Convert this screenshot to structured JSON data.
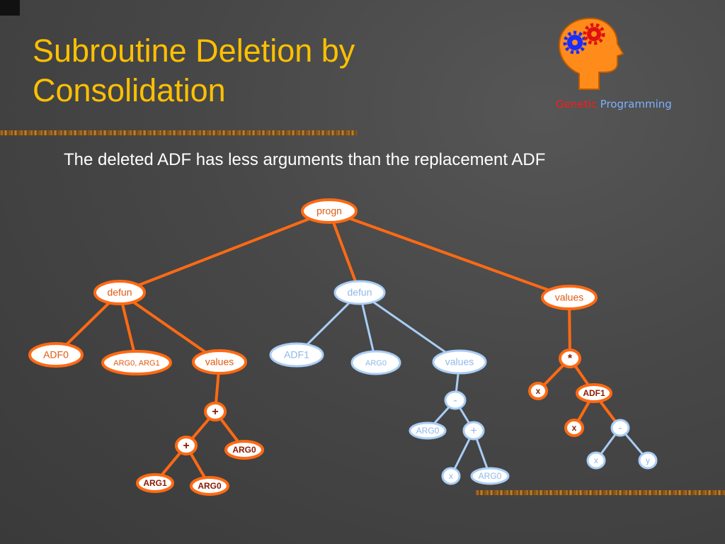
{
  "slide": {
    "title": "Subroutine Deletion by Consolidation",
    "subtitle": "The deleted ADF has less arguments than the replacement ADF"
  },
  "logo": {
    "word1": "Genetic",
    "word2": "Programming",
    "icon": "head-with-gears-icon"
  },
  "colors": {
    "background": "#474747",
    "title": "#ffc000",
    "orange": "#ff6a13",
    "light_blue": "#a9cdf5",
    "text_white": "#ffffff"
  },
  "tree": {
    "nodes": [
      {
        "id": "progn",
        "label": "progn",
        "style": "orange"
      },
      {
        "id": "defun0",
        "label": "defun",
        "style": "orange"
      },
      {
        "id": "defun1",
        "label": "defun",
        "style": "blue"
      },
      {
        "id": "values_main",
        "label": "values",
        "style": "orange"
      },
      {
        "id": "adf0",
        "label": "ADF0",
        "style": "orange"
      },
      {
        "id": "args01",
        "label": "ARG0, ARG1",
        "style": "orange"
      },
      {
        "id": "values0",
        "label": "values",
        "style": "orange"
      },
      {
        "id": "plus0a",
        "label": "+",
        "style": "orange"
      },
      {
        "id": "plus0b",
        "label": "+",
        "style": "orange"
      },
      {
        "id": "arg0_0a",
        "label": "ARG0",
        "style": "orange"
      },
      {
        "id": "arg1_0",
        "label": "ARG1",
        "style": "orange"
      },
      {
        "id": "arg0_0b",
        "label": "ARG0",
        "style": "orange"
      },
      {
        "id": "adf1",
        "label": "ADF1",
        "style": "blue"
      },
      {
        "id": "arg0_1",
        "label": "ARG0",
        "style": "blue"
      },
      {
        "id": "values1",
        "label": "values",
        "style": "blue"
      },
      {
        "id": "minus1",
        "label": "-",
        "style": "blue"
      },
      {
        "id": "arg0_1a",
        "label": "ARG0",
        "style": "blue"
      },
      {
        "id": "plus1",
        "label": "+",
        "style": "blue"
      },
      {
        "id": "x1",
        "label": "x",
        "style": "blue"
      },
      {
        "id": "arg0_1b",
        "label": "ARG0",
        "style": "blue"
      },
      {
        "id": "mul",
        "label": "*",
        "style": "orange"
      },
      {
        "id": "x_m",
        "label": "x",
        "style": "orange"
      },
      {
        "id": "adf1call",
        "label": "ADF1",
        "style": "orange"
      },
      {
        "id": "x_c",
        "label": "x",
        "style": "orange"
      },
      {
        "id": "minus_c",
        "label": "-",
        "style": "blue"
      },
      {
        "id": "x_d",
        "label": "x",
        "style": "blue"
      },
      {
        "id": "y_d",
        "label": "y",
        "style": "blue"
      }
    ],
    "edges": [
      [
        "progn",
        "defun0",
        "orange"
      ],
      [
        "progn",
        "defun1",
        "orange"
      ],
      [
        "progn",
        "values_main",
        "orange"
      ],
      [
        "defun0",
        "adf0",
        "orange"
      ],
      [
        "defun0",
        "args01",
        "orange"
      ],
      [
        "defun0",
        "values0",
        "orange"
      ],
      [
        "values0",
        "plus0a",
        "orange"
      ],
      [
        "plus0a",
        "plus0b",
        "orange"
      ],
      [
        "plus0a",
        "arg0_0a",
        "orange"
      ],
      [
        "plus0b",
        "arg1_0",
        "orange"
      ],
      [
        "plus0b",
        "arg0_0b",
        "orange"
      ],
      [
        "defun1",
        "adf1",
        "blue"
      ],
      [
        "defun1",
        "arg0_1",
        "blue"
      ],
      [
        "defun1",
        "values1",
        "blue"
      ],
      [
        "values1",
        "minus1",
        "blue"
      ],
      [
        "minus1",
        "arg0_1a",
        "blue"
      ],
      [
        "minus1",
        "plus1",
        "blue"
      ],
      [
        "plus1",
        "x1",
        "blue"
      ],
      [
        "plus1",
        "arg0_1b",
        "blue"
      ],
      [
        "values_main",
        "mul",
        "orange"
      ],
      [
        "mul",
        "x_m",
        "orange"
      ],
      [
        "mul",
        "adf1call",
        "orange"
      ],
      [
        "adf1call",
        "x_c",
        "orange"
      ],
      [
        "adf1call",
        "minus_c",
        "orange"
      ],
      [
        "minus_c",
        "x_d",
        "blue"
      ],
      [
        "minus_c",
        "y_d",
        "blue"
      ]
    ]
  }
}
